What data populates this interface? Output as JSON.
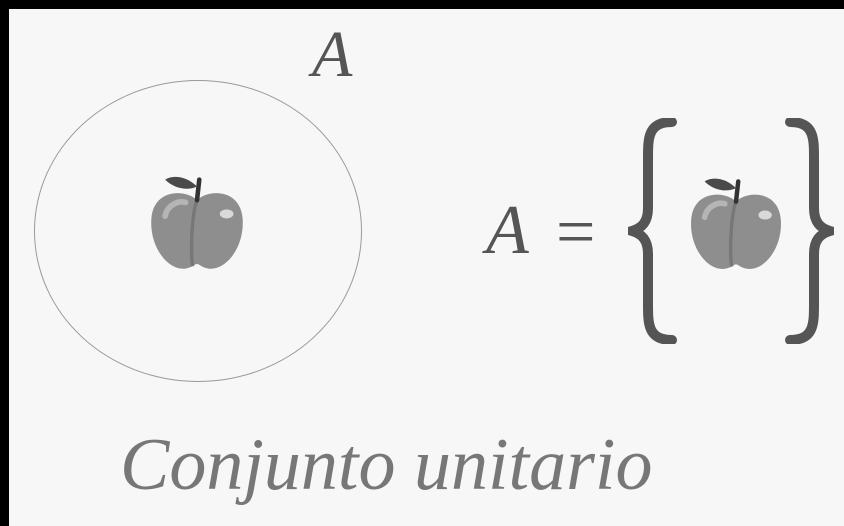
{
  "diagram": {
    "set_label": "A",
    "equation": {
      "lhs": "A",
      "sign": "="
    },
    "element_icon": "apple-icon",
    "caption": "Conjunto unitario"
  }
}
